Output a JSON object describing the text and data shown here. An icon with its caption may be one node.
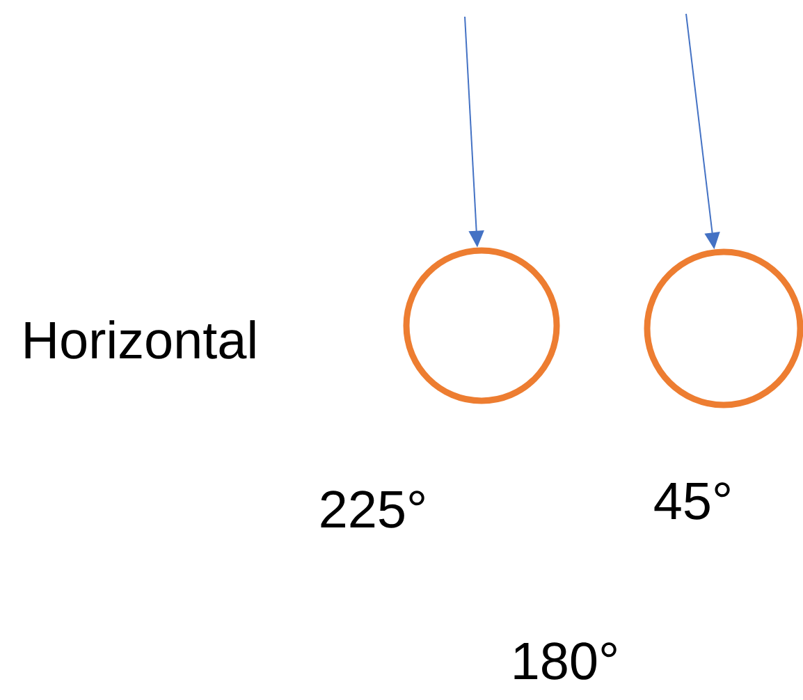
{
  "diagram": {
    "nodes": [
      {
        "text": [],
        "shape": "circle"
      },
      {
        "text": [],
        "shape": "circle"
      }
    ],
    "edges": [
      {
        "from": null,
        "to": 0,
        "arrow": "to"
      },
      {
        "from": null,
        "to": 1,
        "arrow": "to"
      }
    ],
    "labels": [
      "Horizontal",
      "225°",
      "45°",
      "180°"
    ]
  }
}
